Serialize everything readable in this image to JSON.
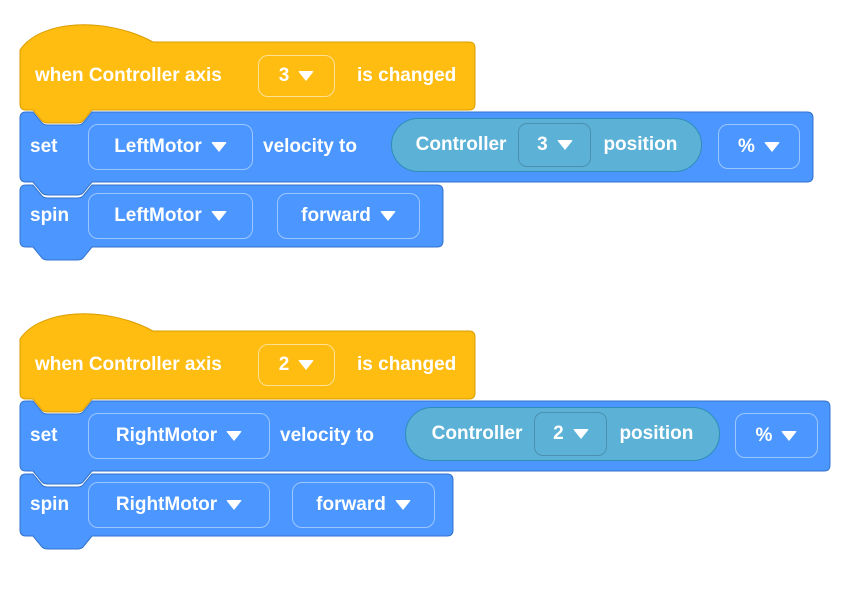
{
  "colors": {
    "event_block_fill": "#FFBC11",
    "event_block_border": "#DB9E00",
    "action_block_fill": "#4C97FF",
    "action_block_border": "#3373CC",
    "reporter_fill": "#5CB1D6",
    "reporter_border": "#2E8EB8",
    "label_text": "#FFFFFF"
  },
  "stacks": [
    {
      "hat": {
        "prefix": "when Controller axis",
        "axis": "3",
        "suffix": "is changed"
      },
      "set": {
        "verb": "set",
        "motor": "LeftMotor",
        "connector": "velocity to",
        "reporter": {
          "device": "Controller",
          "axis": "3",
          "property": "position"
        },
        "unit": "%"
      },
      "spin": {
        "verb": "spin",
        "motor": "LeftMotor",
        "direction": "forward"
      }
    },
    {
      "hat": {
        "prefix": "when Controller axis",
        "axis": "2",
        "suffix": "is changed"
      },
      "set": {
        "verb": "set",
        "motor": "RightMotor",
        "connector": "velocity to",
        "reporter": {
          "device": "Controller",
          "axis": "2",
          "property": "position"
        },
        "unit": "%"
      },
      "spin": {
        "verb": "spin",
        "motor": "RightMotor",
        "direction": "forward"
      }
    }
  ]
}
